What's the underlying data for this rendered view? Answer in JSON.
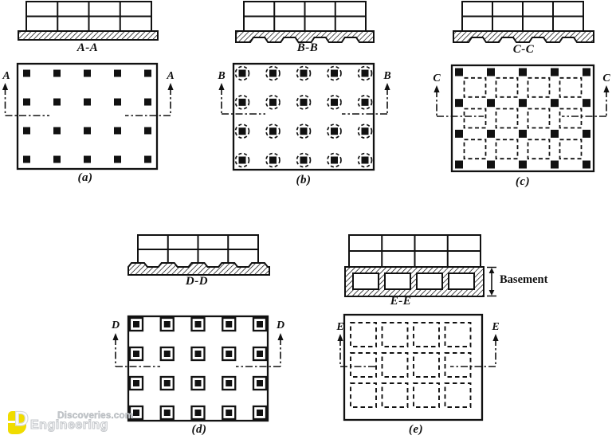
{
  "figure": {
    "description": "Common types of mat foundations: sections and plans",
    "colors": {
      "line": "#111111",
      "background": "#ffffff",
      "watermark_yellow": "#f0dc00",
      "watermark_gray": "#c3c7cb"
    },
    "diagrams": [
      {
        "id": "a",
        "section_label": "A-A",
        "plan_label": "(a)",
        "cut_letter": "A",
        "section_type": "flat-plate-mat",
        "plan": {
          "marker": "solid-square",
          "cols": 5,
          "rows": 4
        }
      },
      {
        "id": "b",
        "section_label": "B-B",
        "plan_label": "(b)",
        "cut_letter": "B",
        "section_type": "plate-thickened-under-columns",
        "plan": {
          "marker": "solid-square-dashed-circle",
          "cols": 5,
          "rows": 4
        }
      },
      {
        "id": "c",
        "section_label": "C-C",
        "plan_label": "(c)",
        "cut_letter": "C",
        "section_type": "beams-and-slab",
        "plan": {
          "marker": "solid-square-plus-dashed-cells",
          "cols": 5,
          "rows": 4,
          "cell_cols": 4,
          "cell_rows": 3
        }
      },
      {
        "id": "d",
        "section_label": "D-D",
        "plan_label": "(d)",
        "cut_letter": "D",
        "section_type": "plate-with-pedestals",
        "plan": {
          "marker": "solid-square-in-outline",
          "cols": 5,
          "rows": 4
        }
      },
      {
        "id": "e",
        "section_label": "E-E",
        "plan_label": "(e)",
        "cut_letter": "E",
        "section_type": "cellular-basement-walls",
        "annotation": "Basement",
        "plan": {
          "marker": "dashed-square",
          "cols": 4,
          "rows": 3
        }
      }
    ]
  },
  "watermark": {
    "engineering": "Engineering",
    "discoveries": "Discoveries.com"
  }
}
